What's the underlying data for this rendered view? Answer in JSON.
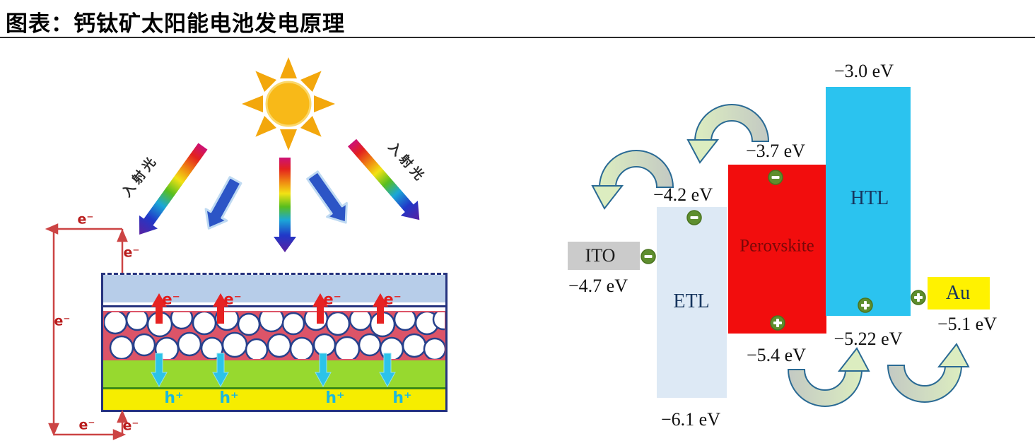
{
  "header": {
    "title": "图表：钙钛矿太阳能电池发电原理"
  },
  "left_diagram": {
    "sun": "sun",
    "incident_light_left": "入射光",
    "incident_light_right": "入射光",
    "electron_labels": [
      "e⁻",
      "e⁻",
      "e⁻",
      "e⁻"
    ],
    "hole_labels": [
      "h⁺",
      "h⁺",
      "h⁺",
      "h⁺"
    ],
    "circuit_labels": [
      "e⁻",
      "e⁻",
      "e⁻",
      "e⁻",
      "e⁻"
    ]
  },
  "right_diagram": {
    "layers": [
      {
        "label": "ITO",
        "energy": "−4.7 eV"
      },
      {
        "label": "ETL",
        "energy_top": "−4.2 eV",
        "energy_bottom": "−6.1 eV"
      },
      {
        "label": "Perovskite",
        "energy_top": "−3.7 eV",
        "energy_bottom": "−5.4 eV"
      },
      {
        "label": "HTL",
        "energy_top": "−3.0 eV",
        "energy_bottom": "−5.22 eV"
      },
      {
        "label": "Au",
        "energy": "−5.1 eV"
      }
    ]
  },
  "colors": {
    "perovskite_red": "#f20d0d",
    "htl_cyan": "#2bc3ef",
    "etl_pale_blue": "#dde9f5",
    "ito_gray": "#cbcbcb",
    "au_yellow": "#fff200",
    "carrier_green": "#5e8e2e",
    "circuit_red": "#cc4444",
    "cell_glass_blue": "#b7cde9",
    "cell_perovskite_pink": "#dc5468",
    "cell_green": "#97d92f",
    "cell_yellow": "#f6ed00"
  }
}
